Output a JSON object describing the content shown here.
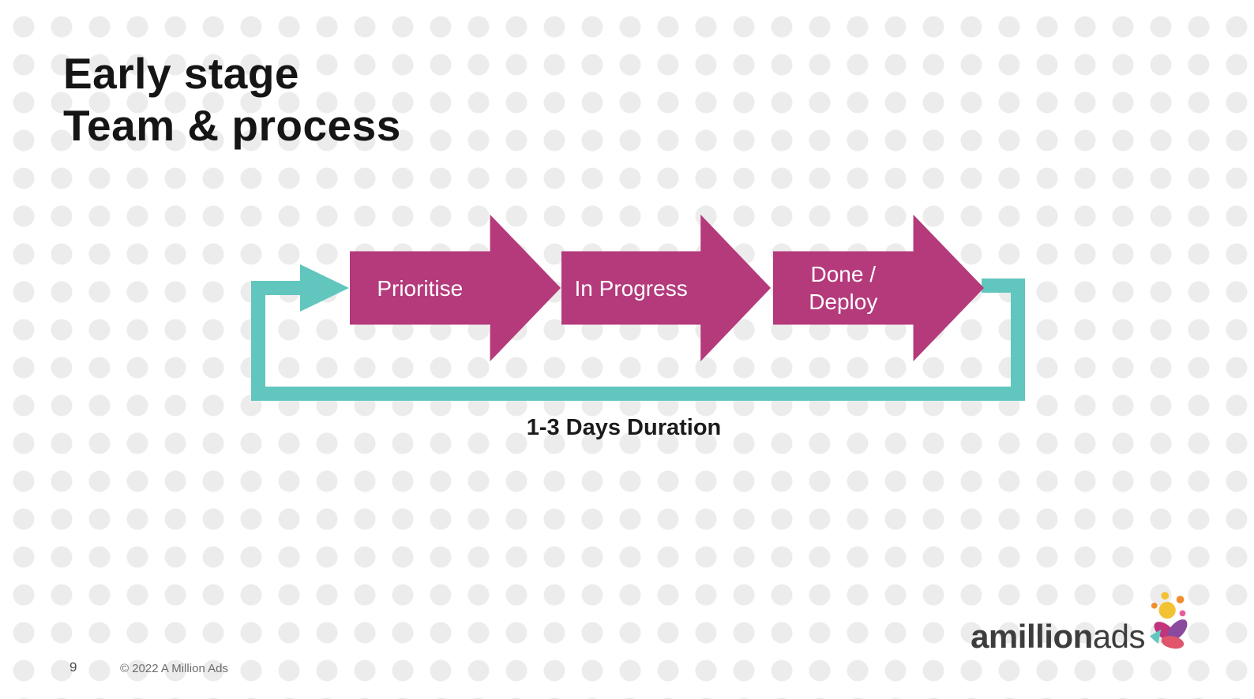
{
  "slide": {
    "title_line1": "Early stage",
    "title_line2": "Team & process",
    "page_number": "9",
    "copyright": "© 2022 A Million Ads"
  },
  "diagram": {
    "steps": [
      {
        "label": "Prioritise"
      },
      {
        "label": "In Progress"
      },
      {
        "label": "Done /\nDeploy"
      }
    ],
    "duration_label": "1-3 Days Duration",
    "colors": {
      "step_arrow": "#b43a7b",
      "loop_arrow": "#61c6be"
    }
  },
  "logo": {
    "name_bold": "amillion",
    "name_light": "ads"
  }
}
